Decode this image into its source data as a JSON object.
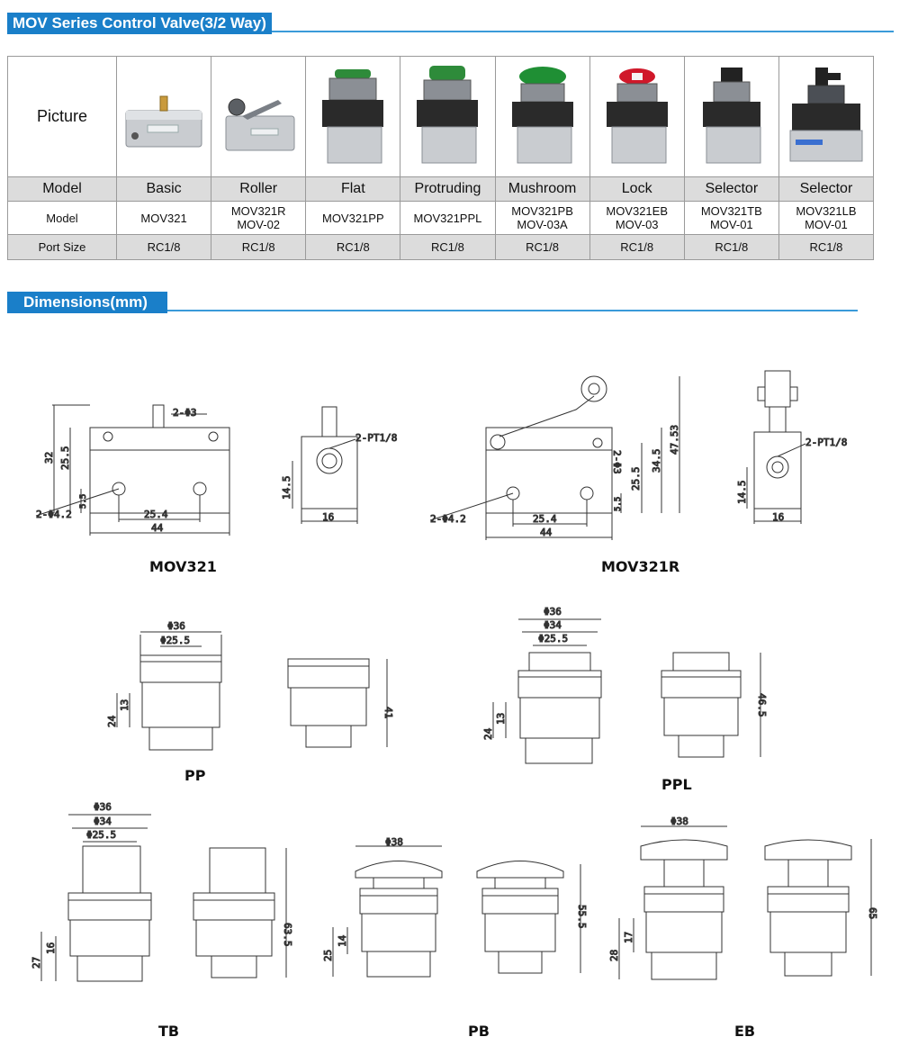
{
  "sections": {
    "spec_title": "MOV Series Control Valve(3/2 Way)",
    "dims_title": "Dimensions(mm)"
  },
  "table": {
    "row_headers": {
      "picture": "Picture",
      "model_type": "Model",
      "model_code": "Model",
      "port": "Port Size"
    },
    "columns": [
      {
        "type": "Basic",
        "code1": "MOV321",
        "code2": "",
        "port": "RC1/8",
        "cap_color": "none"
      },
      {
        "type": "Roller",
        "code1": "MOV321R",
        "code2": "MOV-02",
        "port": "RC1/8",
        "cap_color": "roller"
      },
      {
        "type": "Flat",
        "code1": "MOV321PP",
        "code2": "",
        "port": "RC1/8",
        "cap_color": "#2e8b3a"
      },
      {
        "type": "Protruding",
        "code1": "MOV321PPL",
        "code2": "",
        "port": "RC1/8",
        "cap_color": "#2e8b3a"
      },
      {
        "type": "Mushroom",
        "code1": "MOV321PB",
        "code2": "MOV-03A",
        "port": "RC1/8",
        "cap_color": "#1f8f34"
      },
      {
        "type": "Lock",
        "code1": "MOV321EB",
        "code2": "MOV-03",
        "port": "RC1/8",
        "cap_color": "#d0182a"
      },
      {
        "type": "Selector",
        "code1": "MOV321TB",
        "code2": "MOV-01",
        "port": "RC1/8",
        "cap_color": "#222222"
      },
      {
        "type": "Selector",
        "code1": "MOV321LB",
        "code2": "MOV-01",
        "port": "RC1/8",
        "cap_color": "#222222"
      }
    ]
  },
  "captions": {
    "mov321": "MOV321",
    "mov321r": "MOV321R",
    "pp": "PP",
    "ppl": "PPL",
    "tb": "TB",
    "pb": "PB",
    "eb": "EB"
  },
  "dims": {
    "mov321": {
      "holes_top": "2-Φ3",
      "h32": "32",
      "h25_5": "25.5",
      "h5_5": "5.5",
      "holes_side": "2-Φ4.2",
      "w25_4": "25.4",
      "w44": "44"
    },
    "mov321_side": {
      "port": "2-PT1/8",
      "h14_5": "14.5",
      "w16": "16"
    },
    "mov321r": {
      "holes_mid": "2-Φ3",
      "h25_5": "25.5",
      "h34_5": "34.5",
      "h47_53": "47.53",
      "h5_5": "5.5",
      "holes_side": "2-Φ4.2",
      "w25_4": "25.4",
      "w44": "44"
    },
    "mov321r_side": {
      "port": "2-PT1/8",
      "h14_5": "14.5",
      "w16": "16"
    },
    "pp": {
      "d36": "Φ36",
      "d25_5": "Φ25.5",
      "h24": "24",
      "h13": "13",
      "h41": "41"
    },
    "ppl": {
      "d36": "Φ36",
      "d34": "Φ34",
      "d25_5": "Φ25.5",
      "h24": "24",
      "h13": "13",
      "h46_5": "46.5"
    },
    "tb": {
      "d36": "Φ36",
      "d34": "Φ34",
      "d25_5": "Φ25.5",
      "h27": "27",
      "h16": "16",
      "h63_5": "63.5"
    },
    "pb": {
      "d38": "Φ38",
      "h25": "25",
      "h14": "14",
      "h55_5": "55.5"
    },
    "eb": {
      "d38": "Φ38",
      "h28": "28",
      "h17": "17",
      "h65": "65"
    }
  }
}
